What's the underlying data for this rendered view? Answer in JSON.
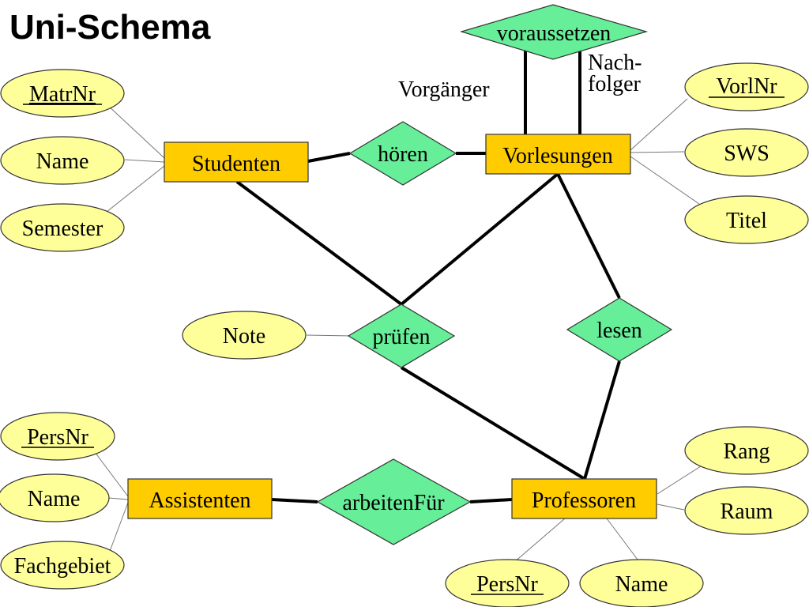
{
  "title": "Uni-Schema",
  "entities": {
    "studenten": "Studenten",
    "vorlesungen": "Vorlesungen",
    "assistenten": "Assistenten",
    "professoren": "Professoren"
  },
  "relationships": {
    "voraussetzen": "voraussetzen",
    "hoeren": "hören",
    "pruefen": "prüfen",
    "lesen": "lesen",
    "arbeitenFuer": "arbeitenFür"
  },
  "attributes": {
    "studenten": {
      "matrnr": "MatrNr",
      "name": "Name",
      "semester": "Semester"
    },
    "vorlesungen": {
      "vorlnr": "VorlNr",
      "sws": "SWS",
      "titel": "Titel"
    },
    "pruefen": {
      "note": "Note"
    },
    "assistenten": {
      "persnr": "PersNr",
      "name": "Name",
      "fachgebiet": "Fachgebiet"
    },
    "professoren": {
      "rang": "Rang",
      "raum": "Raum",
      "persnr": "PersNr",
      "name": "Name"
    }
  },
  "roles": {
    "vorgaenger": "Vorgänger",
    "nachfolger_line1": "Nach-",
    "nachfolger_line2": "folger"
  },
  "colors": {
    "entity_fill": "#ffcc00",
    "relationship_fill": "#66ee99",
    "attribute_fill": "#ffff99"
  }
}
